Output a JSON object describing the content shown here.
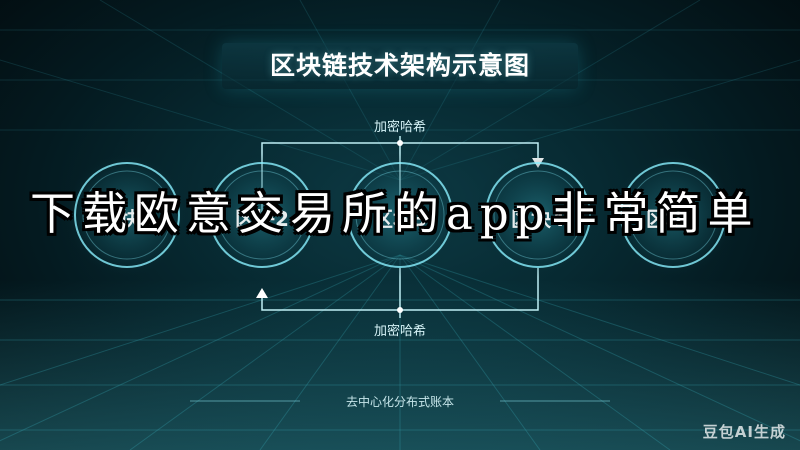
{
  "diagram": {
    "title": "区块链技术架构示意图",
    "top_flow_label": "加密哈希",
    "bottom_flow_label": "加密哈希",
    "footer_label": "去中心化分布式账本",
    "nodes": [
      {
        "label": "区块1"
      },
      {
        "label": "区块2"
      },
      {
        "label": "区块3"
      },
      {
        "label": "区块4"
      },
      {
        "label": "区块5"
      }
    ]
  },
  "overlay_caption": "下载欧意交易所的app非常简单",
  "watermark": "豆包AI生成",
  "colors": {
    "background": "#041a20",
    "accent": "#5fe0ee",
    "node_ring": "#8af0ff",
    "text": "#ffffff"
  }
}
